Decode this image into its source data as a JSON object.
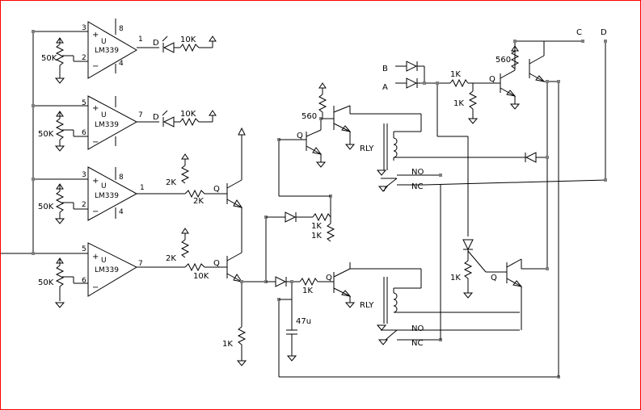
{
  "labels": {
    "u": "U",
    "chip": "LM339",
    "d": "D",
    "q": "Q",
    "rly": "RLY",
    "no": "NO",
    "nc": "NC",
    "plus": "+",
    "minus": "−",
    "r50k": "50K",
    "r10k": "10K",
    "r2k": "2K",
    "r1k": "1K",
    "r560": "560",
    "cap": "47u",
    "in_a": "A",
    "in_b": "B",
    "out_c": "C",
    "out_d": "D",
    "pins": {
      "p1": "1",
      "p2": "2",
      "p3": "3",
      "p4": "4",
      "p5": "5",
      "p6": "6",
      "p7": "7",
      "p8": "8"
    }
  }
}
